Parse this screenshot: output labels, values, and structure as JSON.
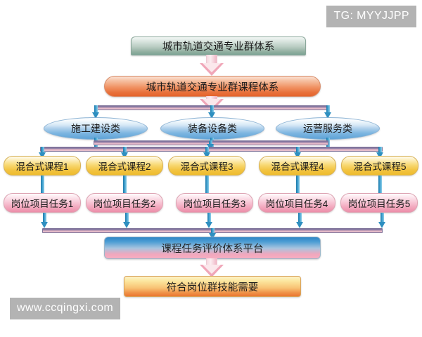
{
  "watermarks": {
    "telegram": "TG: MYYJJPP",
    "site": "www.ccqingxi.com"
  },
  "diagram": {
    "root": {
      "label": "城市轨道交通专业群体系"
    },
    "curriculum": {
      "label": "城市轨道交通专业群课程体系"
    },
    "categories": [
      {
        "label": "施工建设类"
      },
      {
        "label": "装备设备类"
      },
      {
        "label": "运营服务类"
      }
    ],
    "courses": [
      {
        "label": "混合式课程1"
      },
      {
        "label": "混合式课程2"
      },
      {
        "label": "混合式课程3"
      },
      {
        "label": "混合式课程4"
      },
      {
        "label": "混合式课程5"
      }
    ],
    "tasks": [
      {
        "label": "岗位项目任务1"
      },
      {
        "label": "岗位项目任务2"
      },
      {
        "label": "岗位项目任务3"
      },
      {
        "label": "岗位项目任务4"
      },
      {
        "label": "岗位项目任务5"
      }
    ],
    "platform": {
      "label": "课程任务评价体系平台"
    },
    "outcome": {
      "label": "符合岗位群技能需要"
    }
  },
  "colors": {
    "background": "#ffffff",
    "root_box": "#8fae9f",
    "curriculum_box": "#e8703a",
    "category_ellipse": "#7ab4e0",
    "course_box": "#f3c544",
    "task_box": "#f2a7bd",
    "platform_top": "#2f86c6",
    "platform_bottom": "#f6aec1",
    "outcome_top": "#fce79f",
    "outcome_bottom": "#ea7631",
    "bus_bar": "#8d80a8",
    "arrow_blue": "#2e8fc0",
    "arrow_pink": "#f0a6b8",
    "watermark_chip": "#b3b3b3"
  }
}
